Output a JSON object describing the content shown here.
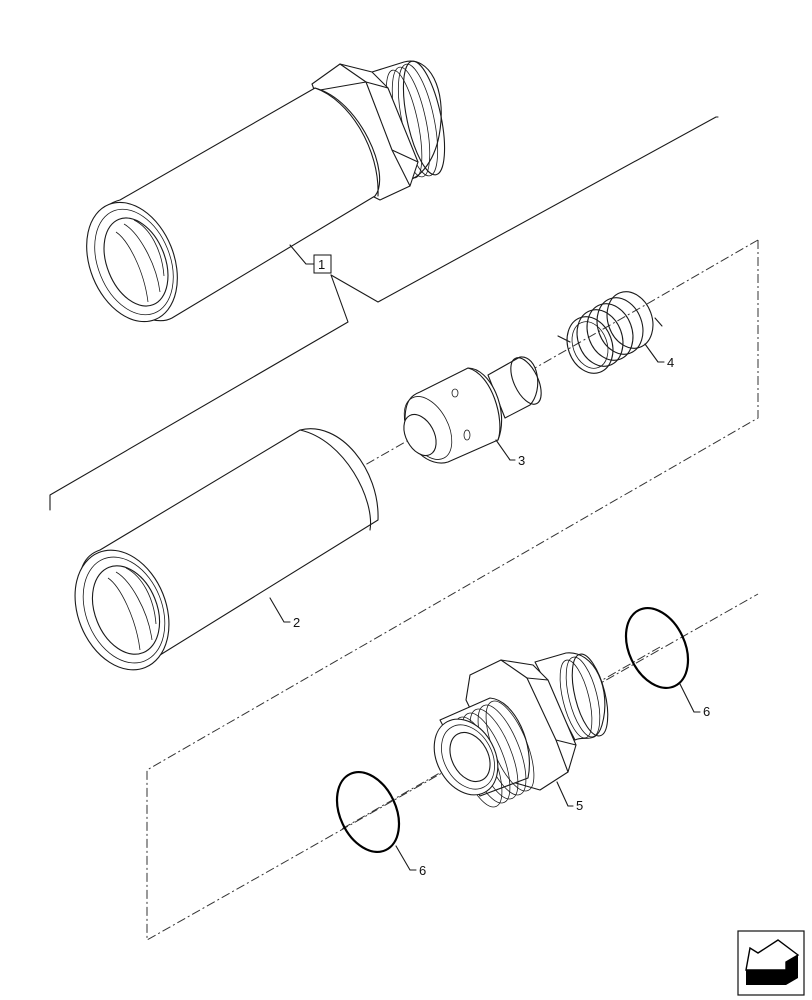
{
  "diagram": {
    "type": "exploded-parts-view",
    "callouts": [
      {
        "id": "1",
        "label": "1",
        "boxed": true,
        "part": "valve-assembly"
      },
      {
        "id": "2",
        "label": "2",
        "part": "valve-body"
      },
      {
        "id": "3",
        "label": "3",
        "part": "poppet"
      },
      {
        "id": "4",
        "label": "4",
        "part": "spring"
      },
      {
        "id": "5",
        "label": "5",
        "part": "adapter-fitting"
      },
      {
        "id": "6a",
        "label": "6",
        "part": "o-ring-right"
      },
      {
        "id": "6b",
        "label": "6",
        "part": "o-ring-left"
      }
    ],
    "icon": {
      "name": "view-direction-arrow-icon"
    },
    "colors": {
      "line": "#1a1a1a",
      "background": "#ffffff"
    }
  }
}
